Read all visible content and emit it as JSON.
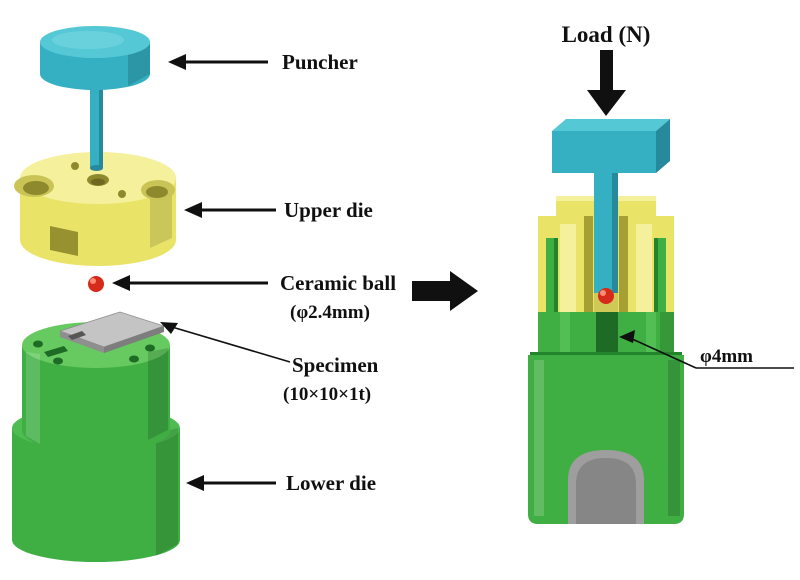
{
  "figure": {
    "labels": {
      "puncher": "Puncher",
      "upper_die": "Upper die",
      "ceramic_ball": "Ceramic ball",
      "ceramic_ball_size": "(φ2.4mm)",
      "specimen": "Specimen",
      "specimen_size": "(10×10×1t)",
      "lower_die": "Lower die",
      "load": "Load (N)",
      "diameter": "φ4mm"
    },
    "colors": {
      "puncher": "#35afc2",
      "puncher_light": "#55c8d6",
      "puncher_dark": "#27899c",
      "upper_die": "#e9e468",
      "upper_die_light": "#f4f09c",
      "upper_die_dark": "#8f892e",
      "lower_die": "#3fae43",
      "lower_die_light": "#66ca61",
      "lower_die_dark": "#1d6b24",
      "ball": "#d62a1a",
      "specimen": "#c4c4c4",
      "annotation": "#101010"
    }
  }
}
